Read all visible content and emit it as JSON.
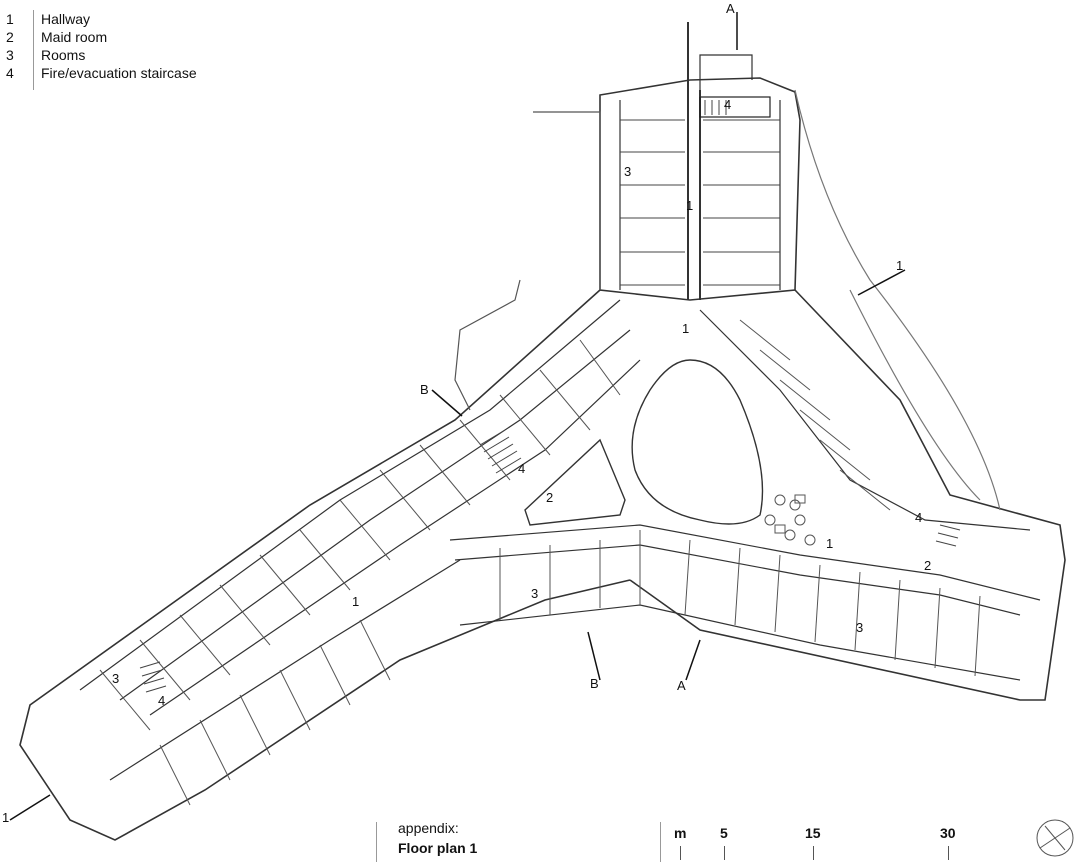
{
  "legend": [
    {
      "num": "1",
      "label": "Hallway"
    },
    {
      "num": "2",
      "label": "Maid room"
    },
    {
      "num": "3",
      "label": "Rooms"
    },
    {
      "num": "4",
      "label": "Fire/evacuation staircase"
    }
  ],
  "appendix": {
    "label": "appendix:",
    "title": "Floor plan 1"
  },
  "scale": {
    "unit": "m",
    "marks": [
      "5",
      "15",
      "30"
    ]
  },
  "section_markers": {
    "a": "A",
    "b": "B",
    "one": "1"
  },
  "plan_labels": {
    "hallway": "1",
    "maid": "2",
    "rooms": "3",
    "stairs": "4"
  }
}
